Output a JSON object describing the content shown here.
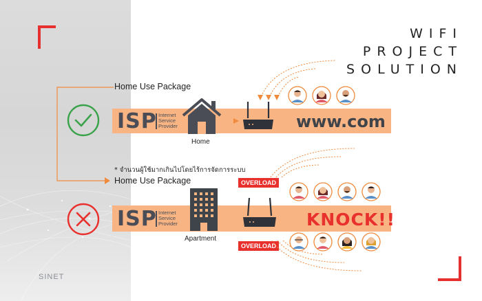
{
  "title": {
    "line1": "WIFI",
    "line2": "PROJECT",
    "line3": "SOLUTION"
  },
  "top_row": {
    "package_label": "Home Use Package",
    "isp_main": "ISP",
    "isp_sub": [
      "Internet",
      "Service",
      "Provider"
    ],
    "building_caption": "Home",
    "result_text": "www.com",
    "status": "check"
  },
  "bottom_row": {
    "note": "* จำนวนผู้ใช้มากเกินไปโดยไร้การจัดการระบบ",
    "package_label": "Home Use Package",
    "isp_main": "ISP",
    "isp_sub": [
      "Internet",
      "Service",
      "Provider"
    ],
    "building_caption": "Apartment",
    "result_text": "KNOCK!!",
    "overload_top": "OVERLOAD",
    "overload_bottom": "OVERLOAD",
    "status": "cross"
  },
  "brand": "SINET",
  "colors": {
    "accent_red": "#e53030",
    "bar_orange": "#f8b483",
    "connector": "#f08a3c",
    "check_green": "#3aa34a",
    "dark": "#4a4d55"
  }
}
